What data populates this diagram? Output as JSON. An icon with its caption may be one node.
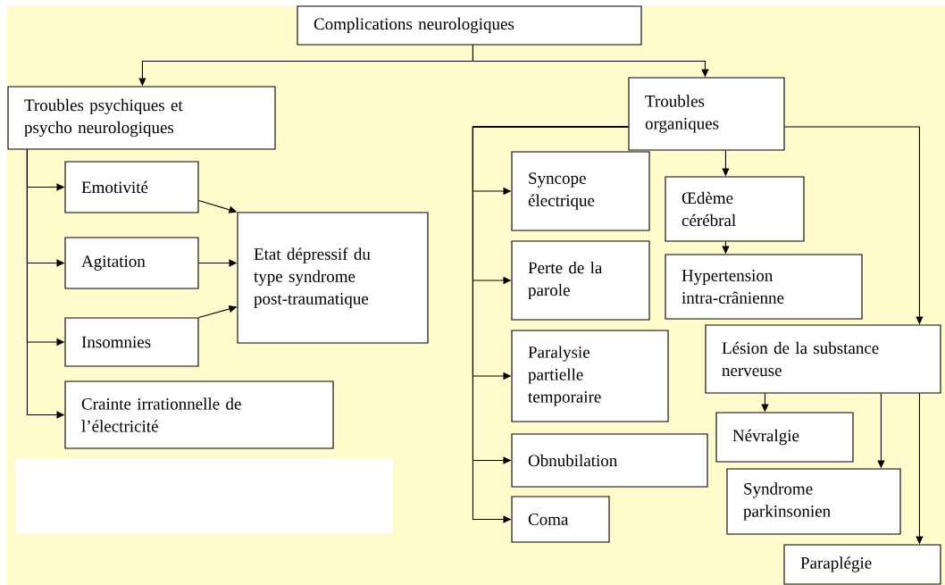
{
  "diagram": {
    "nodes": [
      {
        "text": [
          "Complications neurologiques"
        ]
      },
      {
        "text": [
          "Troubles psychiques et psycho neurologiques"
        ]
      },
      {
        "text": [
          "Emotivité"
        ]
      },
      {
        "text": [
          "Agitation"
        ]
      },
      {
        "text": [
          "Insomnies"
        ]
      },
      {
        "text": [
          "Crainte irrationnelle de l’électricité"
        ]
      },
      {
        "text": [
          "Etat dépressif du type syndrome post-traumatique"
        ]
      },
      {
        "text": [
          "Troubles organiques"
        ]
      },
      {
        "text": [
          "Syncope électrique"
        ]
      },
      {
        "text": [
          "Œdème cérébral"
        ]
      },
      {
        "text": [
          "Hypertension intra-crânienne"
        ]
      },
      {
        "text": [
          "Perte de la parole"
        ]
      },
      {
        "text": [
          "Paralysie partielle temporaire"
        ]
      },
      {
        "text": [
          "Lésion de la substance nerveuse"
        ]
      },
      {
        "text": [
          "Névralgie"
        ]
      },
      {
        "text": [
          "Obnubilation"
        ]
      },
      {
        "text": [
          "Syndrome parkinsonien"
        ]
      },
      {
        "text": [
          "Coma"
        ]
      },
      {
        "text": [
          "Paraplégie"
        ]
      }
    ],
    "edges": [
      {
        "from": 0,
        "to": 1,
        "arrow": "to"
      },
      {
        "from": 0,
        "to": 7,
        "arrow": "to"
      },
      {
        "from": 1,
        "to": 2,
        "arrow": "to"
      },
      {
        "from": 1,
        "to": 3,
        "arrow": "to"
      },
      {
        "from": 1,
        "to": 4,
        "arrow": "to"
      },
      {
        "from": 1,
        "to": 5,
        "arrow": "to"
      },
      {
        "from": 2,
        "to": 6,
        "arrow": "to"
      },
      {
        "from": 3,
        "to": 6,
        "arrow": "to"
      },
      {
        "from": 4,
        "to": 6,
        "arrow": "to"
      },
      {
        "from": 7,
        "to": 8,
        "arrow": "to"
      },
      {
        "from": 7,
        "to": 11,
        "arrow": "to"
      },
      {
        "from": 7,
        "to": 12,
        "arrow": "to"
      },
      {
        "from": 7,
        "to": 15,
        "arrow": "to"
      },
      {
        "from": 7,
        "to": 17,
        "arrow": "to"
      },
      {
        "from": 7,
        "to": 9,
        "arrow": "to"
      },
      {
        "from": 9,
        "to": 10,
        "arrow": "to"
      },
      {
        "from": 7,
        "to": 13,
        "arrow": "to"
      },
      {
        "from": 13,
        "to": 14,
        "arrow": "to"
      },
      {
        "from": 13,
        "to": 16,
        "arrow": "to"
      },
      {
        "from": 13,
        "to": 18,
        "arrow": "to"
      }
    ]
  }
}
